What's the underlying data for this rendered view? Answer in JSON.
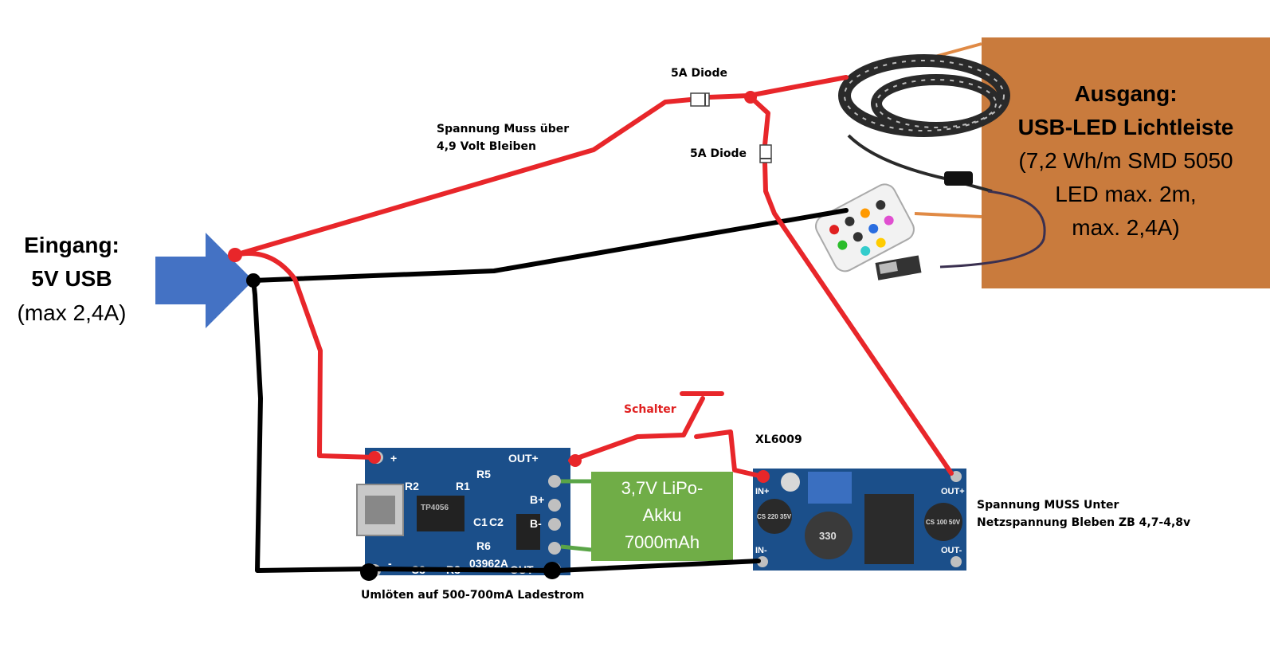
{
  "input": {
    "line1": "Eingang:",
    "line2": "5V USB",
    "line3": "(max 2,4A)"
  },
  "output": {
    "line1": "Ausgang:",
    "line2": "USB-LED Lichtleiste",
    "line3": "(7,2 Wh/m SMD 5050",
    "line4": "LED max. 2m,",
    "line5": "max. 2,4A)"
  },
  "labels": {
    "diode_top": "5A Diode",
    "diode_right": "5A Diode",
    "voltage_note": "Spannung Muss über",
    "voltage_note2": "4,9 Volt Bleiben",
    "switch": "Schalter",
    "boost_name": "XL6009",
    "boost_note1": "Spannung MUSS Unter",
    "boost_note2": "Netzspannung Bleben ZB 4,7-4,8v",
    "charger_note": "Umlöten auf 500-700mA Ladestrom"
  },
  "battery": {
    "line1": "3,7V LiPo-",
    "line2": "Akku",
    "line3": "7000mAh"
  },
  "charger_board": {
    "pins": [
      "OUT+",
      "B+",
      "B-",
      "OUT-",
      "+",
      "-"
    ],
    "parts": [
      "R2",
      "R1",
      "R5",
      "C1",
      "C2",
      "R6",
      "C3",
      "R3",
      "03962A",
      "TP4056"
    ]
  },
  "boost_board": {
    "pins": [
      "IN+",
      "IN-",
      "OUT+",
      "OUT-"
    ],
    "parts": [
      "330",
      "CS 220 35V",
      "CS 100 50V"
    ]
  },
  "colors": {
    "wire_red": "#e8262a",
    "wire_black": "#000000",
    "wire_green": "#5aa547",
    "arrow_blue": "#4472c4",
    "output_box": "#c97b3d",
    "battery_green": "#70ad47",
    "pcb_blue": "#1b4f8a"
  }
}
